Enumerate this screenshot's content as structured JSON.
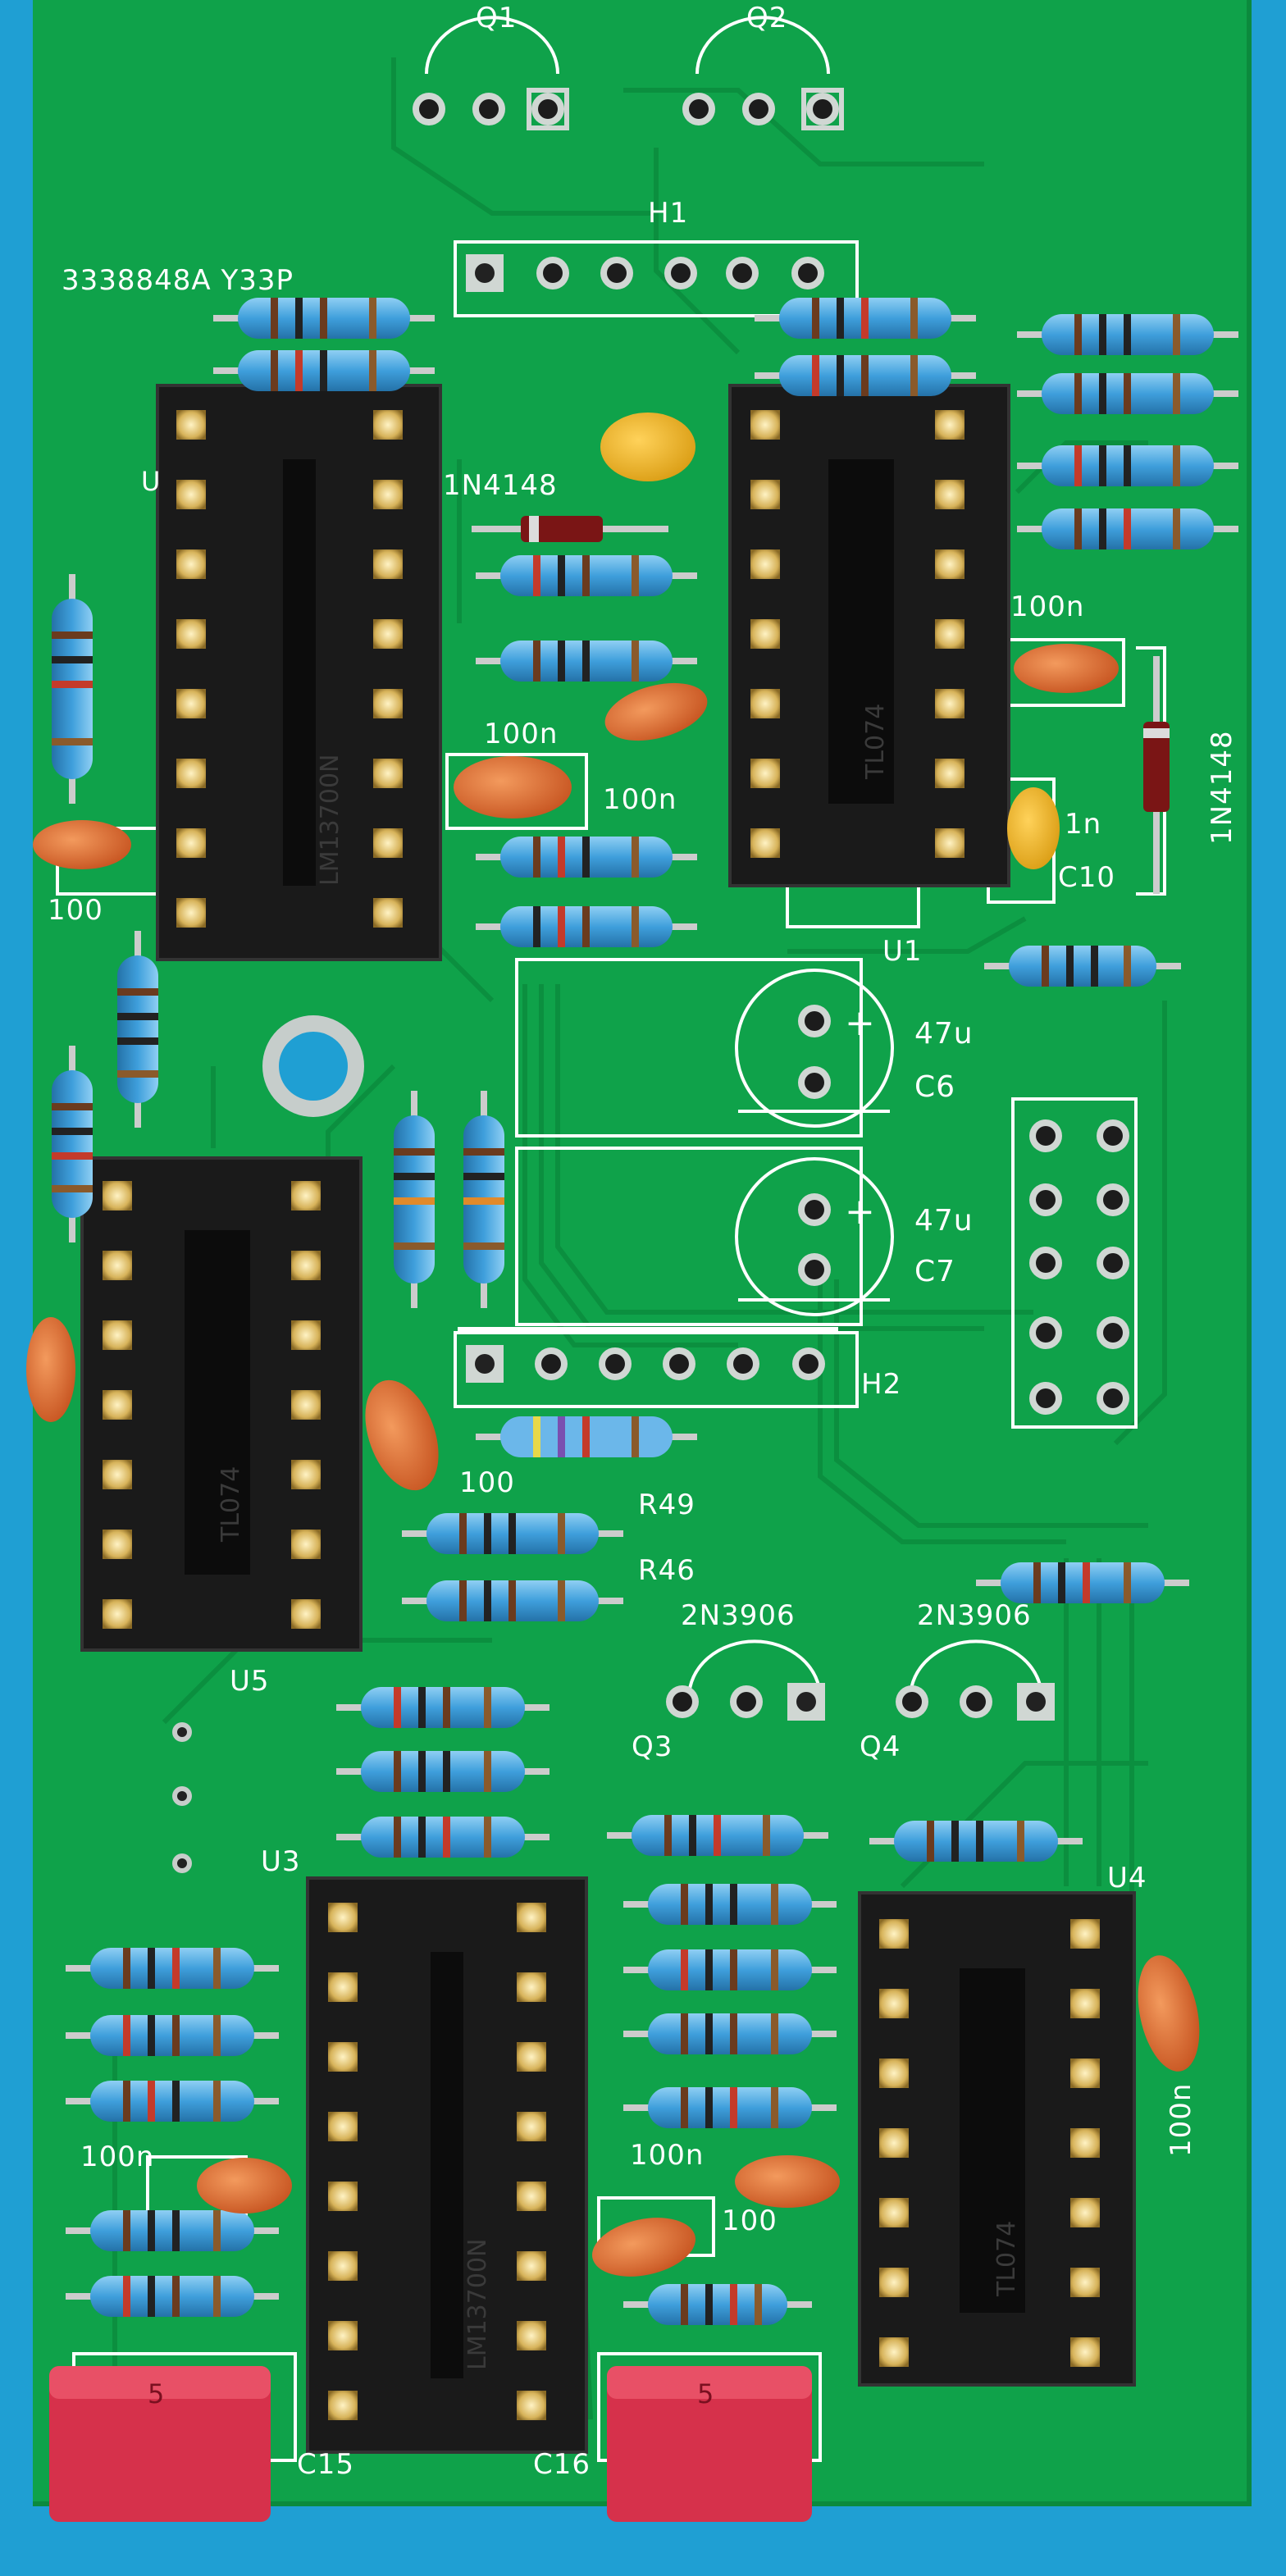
{
  "board": {
    "code": "3338848A  Y33P",
    "colors": {
      "board": "#0fa24a",
      "silk": "#ffffff",
      "background": "#1f9fd3",
      "resistor": "#4aa7e0",
      "capacitor": "#e0692b"
    }
  },
  "silkscreen": {
    "q1": "Q1",
    "q2": "Q2",
    "h1": "H1",
    "h2": "H2",
    "d_top_left": "1N4148",
    "d_right": "1N4148",
    "c_100n_1": "100n",
    "c_100n_2": "100n",
    "c_100n_3": "100",
    "c_100n_4": "100n",
    "c_100n_5": "100n",
    "c_100n_6": "100",
    "c_100n_7": "100n",
    "c_100n_right": "100n",
    "c_100_left": "100",
    "c_1n": "1n",
    "c10": "C10",
    "cap_47u_1": "47u",
    "cap_c6": "C6",
    "cap_47u_2": "47u",
    "cap_c7": "C7",
    "plus1": "+",
    "plus2": "+",
    "u1": "U1",
    "u3": "U3",
    "u4": "U4",
    "u5": "U5",
    "r49": "R49",
    "r46": "R46",
    "q3_part": "2N3906",
    "q4_part": "2N3906",
    "q3": "Q3",
    "q4": "Q4",
    "c15": "C15",
    "c16": "C16",
    "u_top_left": "U"
  },
  "chips": {
    "chip1": "LM13700N",
    "chip2": "TL074",
    "chip3": "TL074",
    "chip4": "LM13700N",
    "chip5": "TL074"
  },
  "boxcaps": {
    "a": "5",
    "b": "5"
  }
}
